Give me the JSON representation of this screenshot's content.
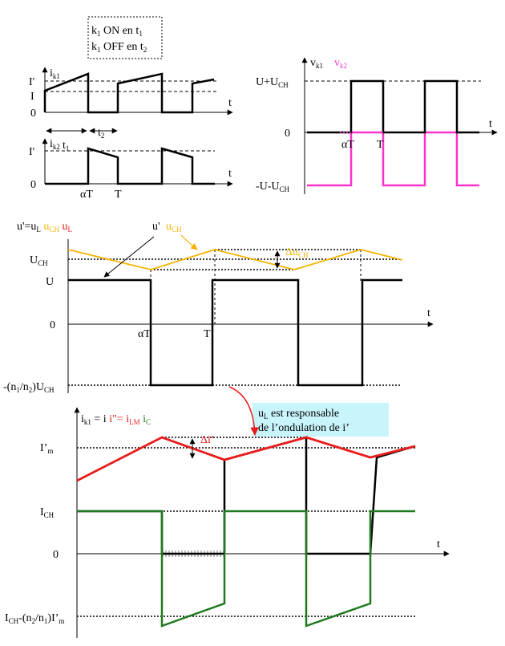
{
  "colors": {
    "black": "#000000",
    "magenta": "#ff33cc",
    "orange": "#f5b300",
    "red": "#e81c1c",
    "green": "#1f7a1f",
    "lightcyan": "#c8f4fb"
  },
  "legend_box": {
    "line1": {
      "k": "k",
      "sub1": "1",
      "text": " ON en t",
      "sub2": "1"
    },
    "line2": {
      "k": "k",
      "sub1": "1",
      "text": " OFF en t",
      "sub2": "2"
    }
  },
  "panel_ik1": {
    "ylabel": {
      "main": "i",
      "sub": "k1"
    },
    "level_Iprime": "I'",
    "level_I": "I",
    "level_0": "0",
    "axis_t": "t",
    "t1": {
      "main": "t",
      "sub": "1"
    },
    "t2": {
      "main": "t",
      "sub": "2"
    }
  },
  "panel_ik2": {
    "ylabel": {
      "main": "i",
      "sub": "k2"
    },
    "level_Iprime": "I'",
    "level_0": "0",
    "axis_t": "t",
    "tick_alphaT": "αT",
    "tick_T": "T"
  },
  "panel_v": {
    "ylabel_vk1": {
      "main": "v",
      "sub": "k1"
    },
    "ylabel_vk2": {
      "main": "v",
      "sub": "k2"
    },
    "level_top": {
      "main": "U+U",
      "sub": "CH"
    },
    "level_0": "0",
    "level_bottom": {
      "main": "-U-U",
      "sub": "CH"
    },
    "axis_t": "t",
    "tick_alphaT": "αT",
    "tick_T": "T"
  },
  "panel_u": {
    "ylabel": {
      "a": "u'=u",
      "a_sub": "L",
      "b": " u",
      "b_sub": "CH",
      "c": "  u",
      "c_sub": "L"
    },
    "curve_label": "u'",
    "curve_label_uch": {
      "main": "u",
      "sub": "CH"
    },
    "delta_label": {
      "main": "Δu",
      "sub": "CH"
    },
    "level_UCH": {
      "main": "U",
      "sub": "CH"
    },
    "level_U": "U",
    "level_0": "0",
    "level_neg": {
      "main": "-(n",
      "s1": "1",
      "mid": "/n",
      "s2": "2",
      "end": ")U",
      "s3": "CH"
    },
    "axis_t": "t",
    "tick_alphaT": "αT",
    "tick_T": "T"
  },
  "callout": {
    "line1": {
      "main": "u",
      "sub": "L",
      "rest": " est  responsable"
    },
    "line2": "de l’ondulation de i’"
  },
  "panel_i": {
    "ylabel": {
      "a": "i",
      "a_sub": "k1",
      "b": " = i ",
      "c": "i\"= i",
      "c_sub": "LM",
      "d": " i",
      "d_sub": "C"
    },
    "delta_label": "Δi’",
    "level_Im": {
      "main": "I’",
      "sub": "m"
    },
    "level_ICH": {
      "main": "I",
      "sub": "CH"
    },
    "level_0": "0",
    "level_neg": {
      "main": "I",
      "s1": "CH",
      "mid": "-(n",
      "s2": "2",
      "mid2": "/n",
      "s3": "1",
      "end": ")I’",
      "s4": "m"
    },
    "axis_t": "t"
  }
}
